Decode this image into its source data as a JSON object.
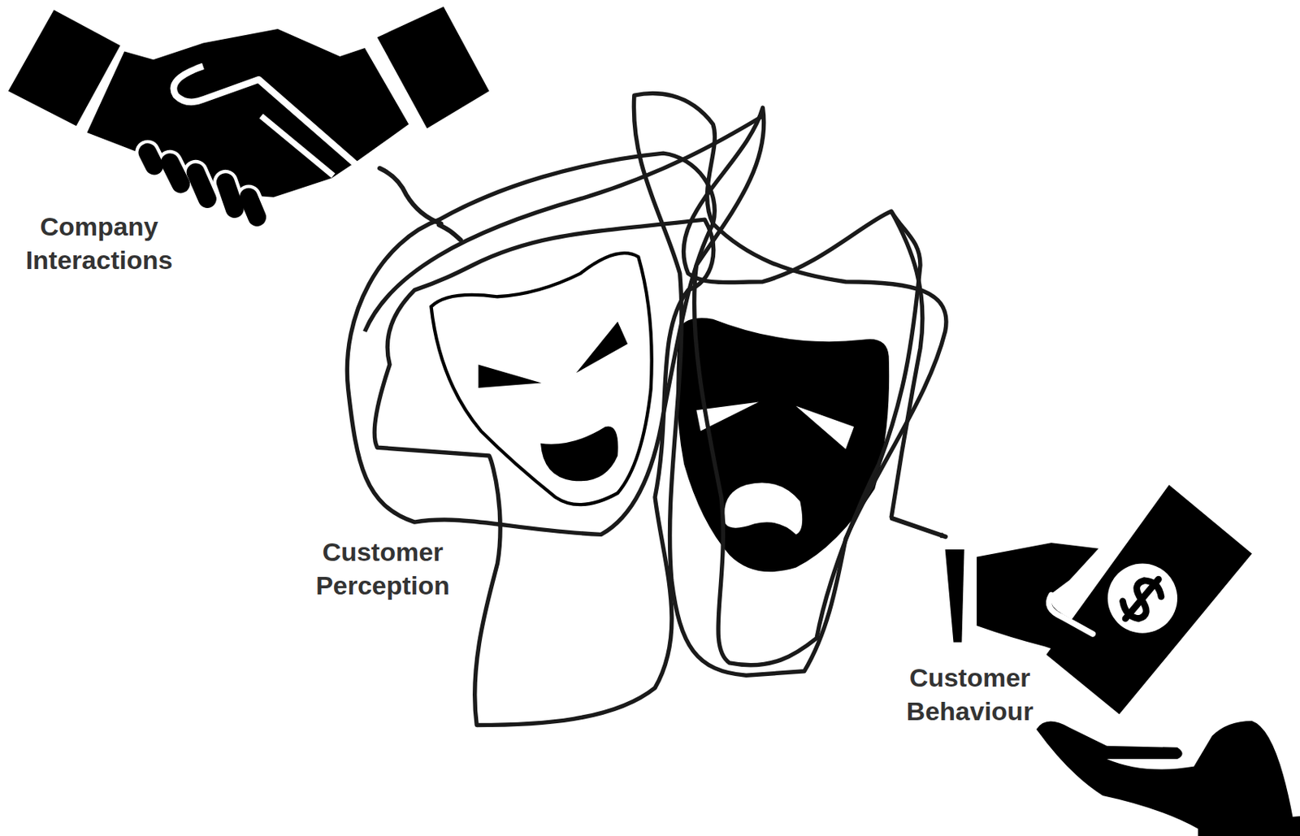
{
  "diagram": {
    "nodes": [
      {
        "text": [
          "Company Interactions"
        ]
      },
      {
        "text": [
          "Customer Perception"
        ]
      },
      {
        "text": [
          "Customer Behaviour"
        ]
      }
    ],
    "edges": [
      {
        "from": 0,
        "to": 1,
        "arrow": "none"
      },
      {
        "from": 1,
        "to": 2,
        "arrow": "to"
      }
    ]
  }
}
